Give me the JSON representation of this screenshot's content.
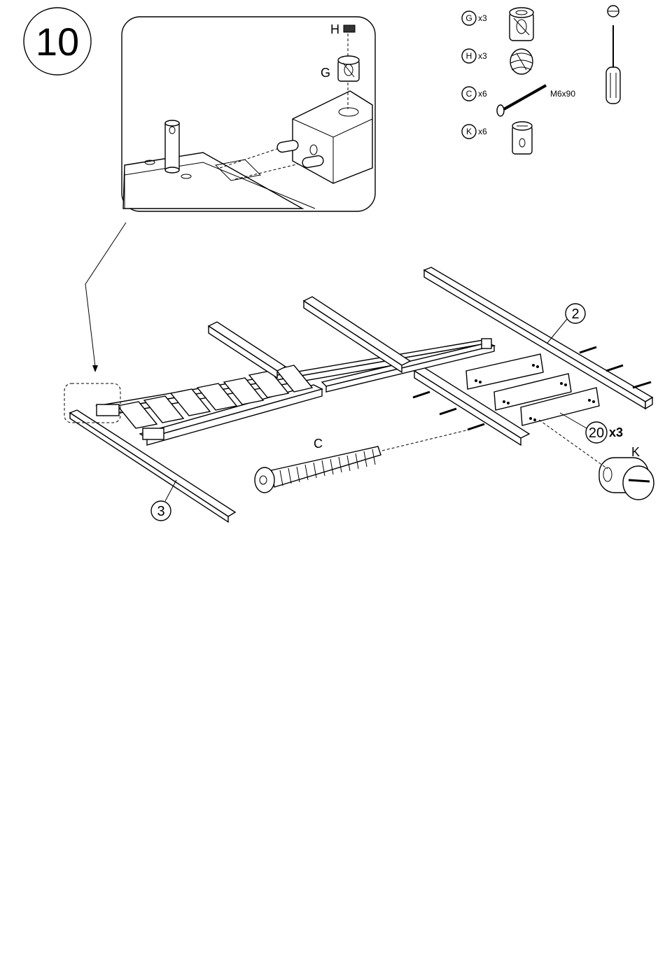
{
  "step": {
    "number": "10"
  },
  "detail": {
    "label_h": "H",
    "label_g": "G"
  },
  "hardware": [
    {
      "letter": "G",
      "qty": "x3",
      "icon": "cam-lock-icon"
    },
    {
      "letter": "H",
      "qty": "x3",
      "icon": "cam-insert-icon"
    },
    {
      "letter": "C",
      "qty": "x6",
      "icon": "bolt-icon",
      "size": "M6x90"
    },
    {
      "letter": "K",
      "qty": "x6",
      "icon": "barrel-nut-icon"
    }
  ],
  "tool": {
    "icon": "flathead-screwdriver-icon"
  },
  "main": {
    "part_2": "2",
    "part_3": "3",
    "part_20": "20",
    "part_20_qty": "x3",
    "label_c": "C",
    "label_k": "K"
  }
}
